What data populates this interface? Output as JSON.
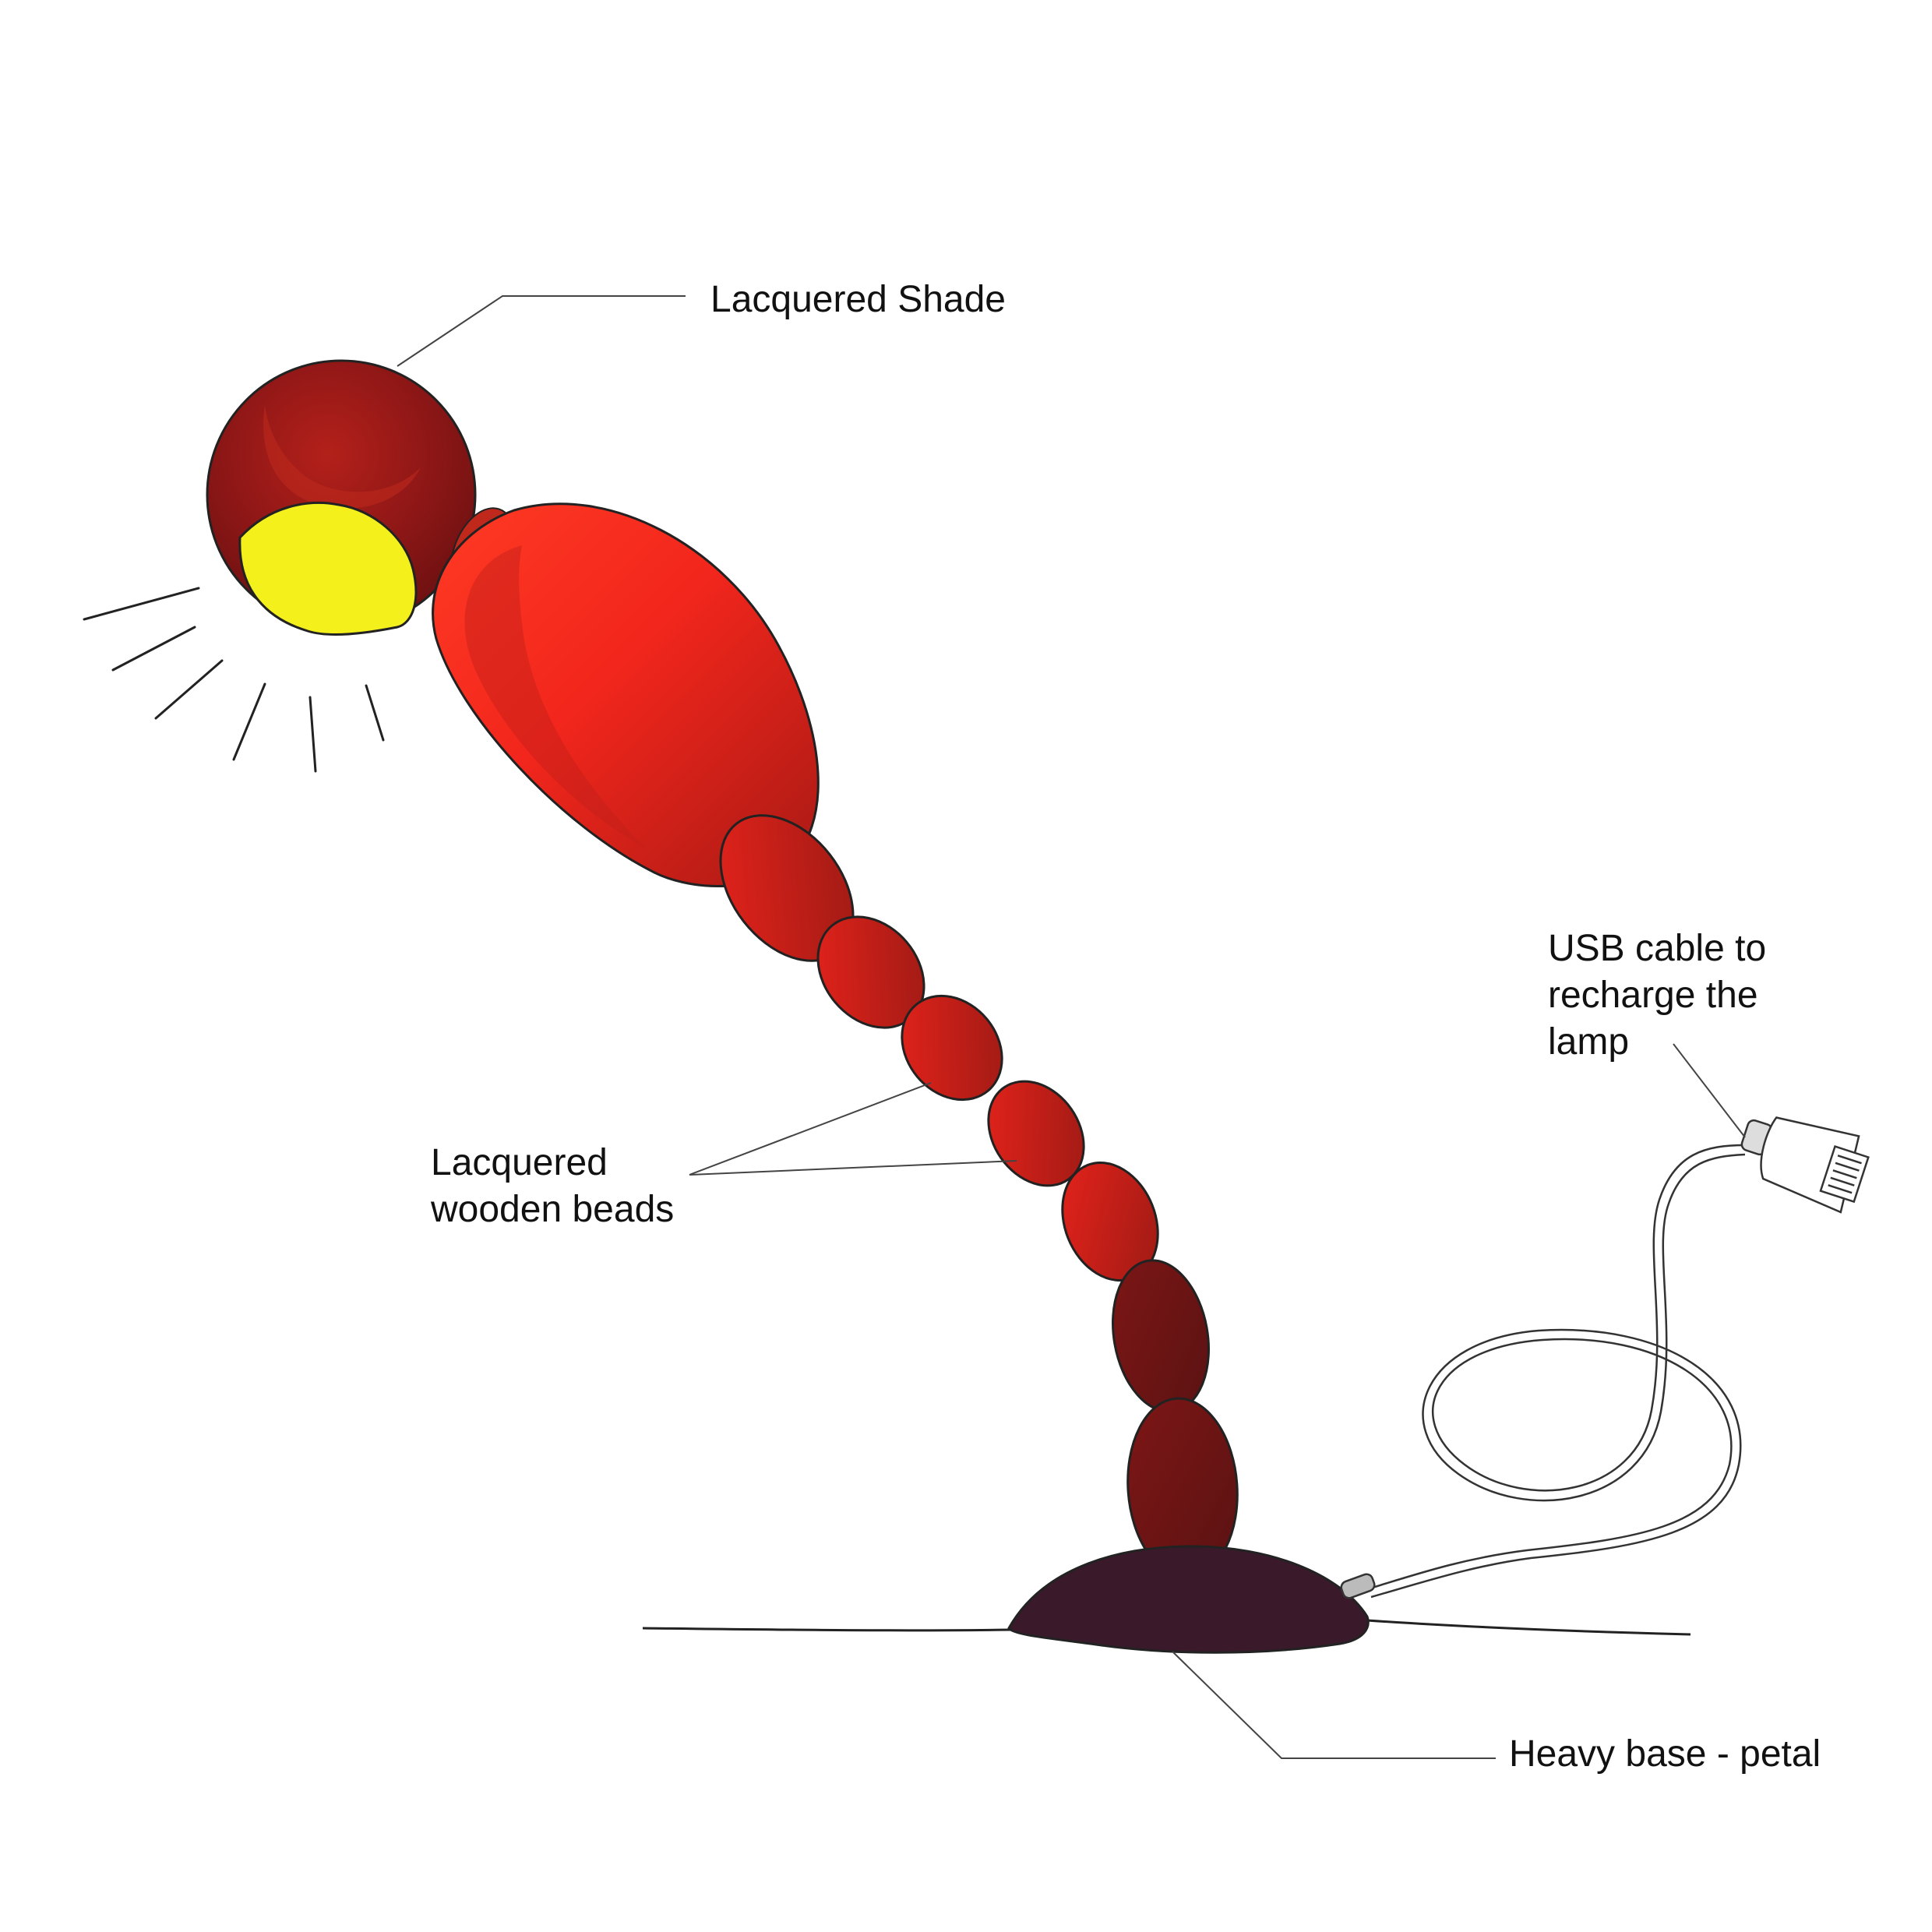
{
  "annotations": {
    "shade": [
      "Lacquered Shade"
    ],
    "beads": [
      "Lacquered",
      "wooden beads"
    ],
    "usb": [
      "USB cable to",
      "recharge the",
      "lamp"
    ],
    "base": [
      "Heavy base - petal"
    ]
  },
  "colors": {
    "shade_dark": "#7a1212",
    "shade_mid": "#b4201a",
    "light": "#f4f01c",
    "bead_red": "#e8231b",
    "bead_dark": "#8e1a14",
    "bead_darkest": "#6a1414",
    "base": "#3a1a2a",
    "ink": "#222222"
  }
}
